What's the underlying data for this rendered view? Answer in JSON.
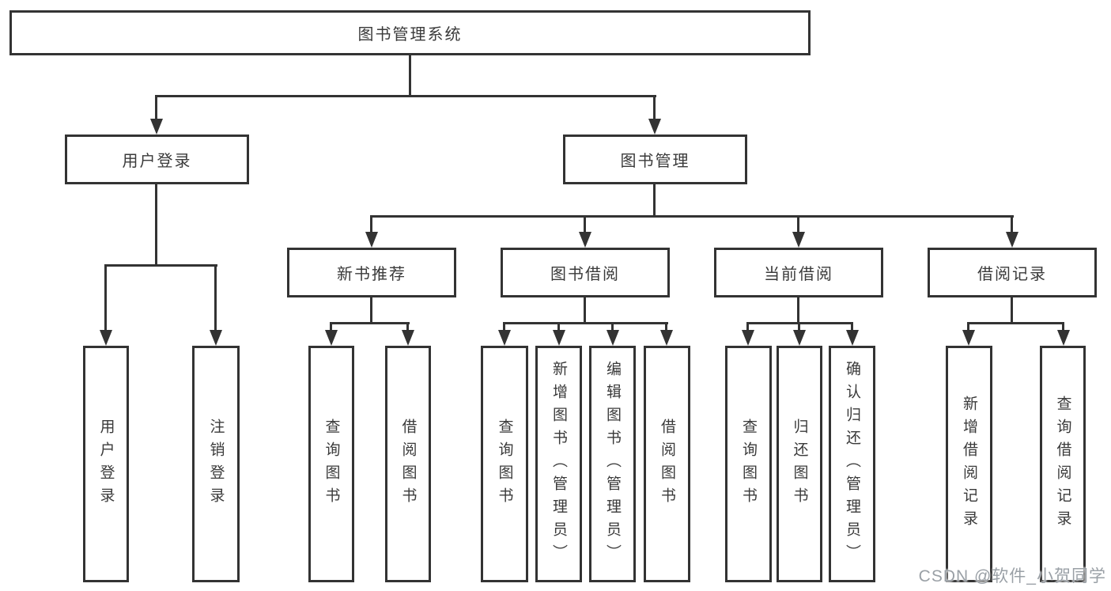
{
  "nodes": {
    "root": {
      "label": "图书管理系统"
    },
    "user_login": {
      "label": "用户登录"
    },
    "book_management": {
      "label": "图书管理"
    },
    "new_book_recommend": {
      "label": "新书推荐"
    },
    "book_borrow": {
      "label": "图书借阅"
    },
    "current_borrow": {
      "label": "当前借阅"
    },
    "borrow_record": {
      "label": "借阅记录"
    },
    "leaf_user_login": {
      "label": "用户登录"
    },
    "leaf_logout": {
      "label": "注销登录"
    },
    "leaf_nbr_query_book": {
      "label": "查询图书"
    },
    "leaf_nbr_borrow_book": {
      "label": "借阅图书"
    },
    "leaf_bb_query_book": {
      "label": "查询图书"
    },
    "leaf_bb_add_book": {
      "label": "新增图书（管理员）"
    },
    "leaf_bb_edit_book": {
      "label": "编辑图书（管理员）"
    },
    "leaf_bb_borrow_book": {
      "label": "借阅图书"
    },
    "leaf_cb_query_book": {
      "label": "查询图书"
    },
    "leaf_cb_return_book": {
      "label": "归还图书"
    },
    "leaf_cb_confirm_return": {
      "label": "确认归还（管理员）"
    },
    "leaf_br_add_record": {
      "label": "新增借阅记录"
    },
    "leaf_br_query_record": {
      "label": "查询借阅记录"
    }
  },
  "watermark": {
    "text": "CSDN @软件_小贺同学"
  },
  "colors": {
    "line": "#333333",
    "text": "#3a3a3a",
    "watermark": "#9aa0a6",
    "background": "#ffffff"
  }
}
